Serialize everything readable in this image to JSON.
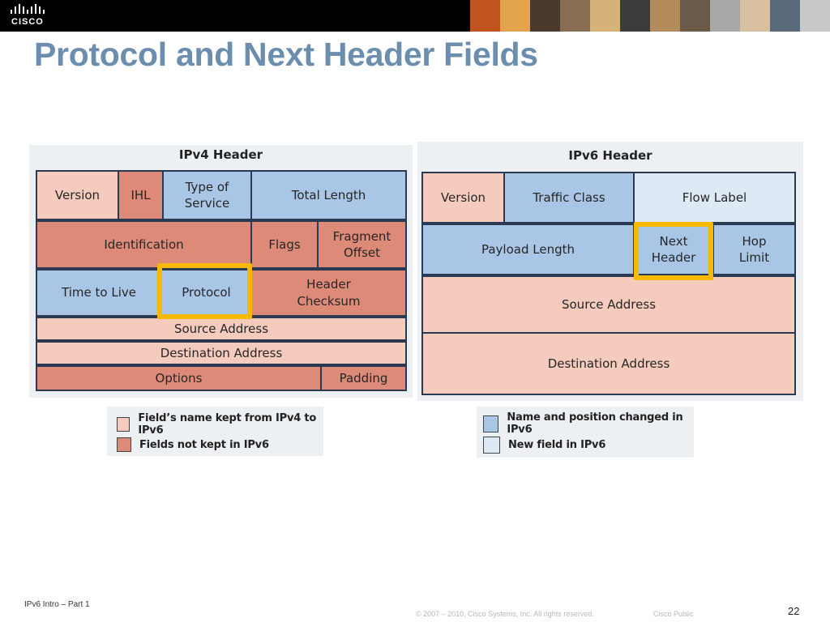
{
  "header": {
    "logo_text": "CISCO",
    "photo_colors": [
      "#c0541e",
      "#e3a34a",
      "#4a3a2e",
      "#8a6e52",
      "#d4b27a",
      "#3c3c3c",
      "#b48c5a",
      "#6c5a48",
      "#a8a8a8",
      "#d8c0a0",
      "#5a6a7a",
      "#c8c8c8"
    ]
  },
  "title": "Protocol and Next Header Fields",
  "ipv4": {
    "title": "IPv4 Header",
    "fields": {
      "version": "Version",
      "ihl": "IHL",
      "tos": "Type of\nService",
      "total_length": "Total Length",
      "identification": "Identification",
      "flags": "Flags",
      "fragment_offset": "Fragment\nOffset",
      "ttl": "Time to Live",
      "protocol": "Protocol",
      "checksum": "Header\nChecksum",
      "source": "Source Address",
      "destination": "Destination Address",
      "options": "Options",
      "padding": "Padding"
    }
  },
  "ipv6": {
    "title": "IPv6 Header",
    "fields": {
      "version": "Version",
      "traffic_class": "Traffic Class",
      "flow_label": "Flow Label",
      "payload_length": "Payload Length",
      "next_header": "Next\nHeader",
      "hop_limit": "Hop\nLimit",
      "source": "Source Address",
      "destination": "Destination Address"
    }
  },
  "legend": {
    "kept": "Field’s name kept from IPv4 to IPv6",
    "not_kept": "Fields not kept in IPv6",
    "changed": "Name and position changed in IPv6",
    "new_field": "New field in IPv6"
  },
  "colors": {
    "kept": "#f5cbbd",
    "not_kept": "#dd8a79",
    "changed": "#a9c6e6",
    "new_field": "#dde9f5",
    "highlight": "#f7b800",
    "title": "#6b8dae"
  },
  "footer": {
    "left": "IPv6 Intro – Part 1",
    "copyright": "© 2007 – 2010, Cisco Systems, Inc. All rights reserved.",
    "classification": "Cisco Public",
    "page": "22"
  }
}
